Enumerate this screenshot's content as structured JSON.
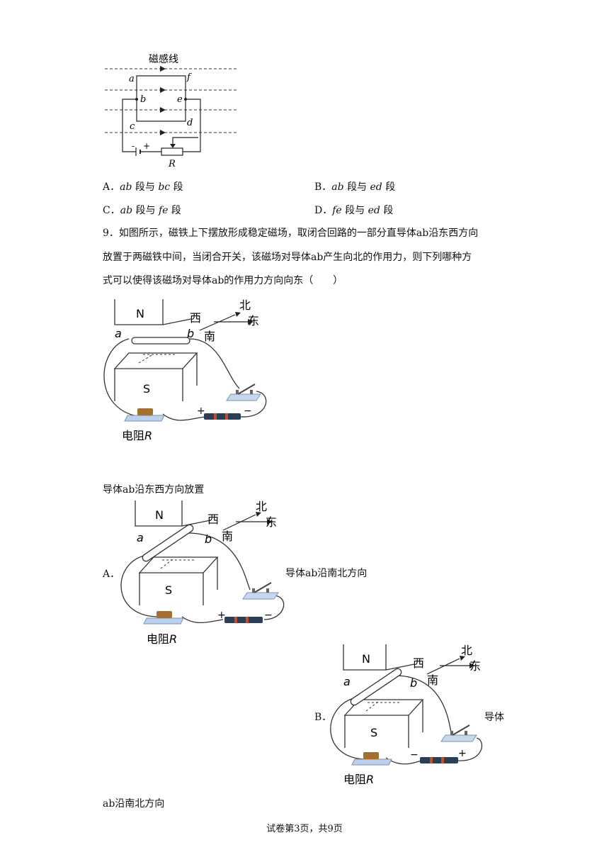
{
  "fig1": {
    "label_title": "磁感线",
    "label_a": "a",
    "label_f": "f",
    "label_b": "b",
    "label_e": "e",
    "label_c": "c",
    "label_d": "d",
    "label_minus": "-",
    "label_plus": "+",
    "label_R": "R"
  },
  "q8": {
    "options": [
      {
        "letter": "A．",
        "p1": "ab",
        "m1": "段与",
        "p2": "bc",
        "m2": "段"
      },
      {
        "letter": "B．",
        "p1": "ab",
        "m1": "段与",
        "p2": "ed",
        "m2": "段"
      },
      {
        "letter": "C．",
        "p1": "ab",
        "m1": "段与",
        "p2": "fe",
        "m2": "段"
      },
      {
        "letter": "D．",
        "p1": "fe",
        "m1": "段与",
        "p2": "ed",
        "m2": "段"
      }
    ]
  },
  "q9": {
    "line1": "9．如图所示，磁铁上下摆放形成稳定磁场，取闭合回路的一部分直导体ab沿东西方向",
    "line2": "放置于两磁铁中间，当闭合开关，该磁场对导体ab产生向北的作用力，则下列哪种方",
    "line3": "式可以使得该磁场对导体ab的作用力方向向东（　　）"
  },
  "fig": {
    "N": "N",
    "S": "S",
    "a": "a",
    "b": "b",
    "west": "西",
    "north": "北",
    "south": "南",
    "east": "东",
    "plus": "+",
    "minus": "−",
    "resistor": "电阻",
    "R": "R"
  },
  "caption_main": "导体ab沿东西方向放置",
  "optA": {
    "letter": "A．",
    "caption": "导体ab沿南北方向"
  },
  "optB": {
    "letter": "B．",
    "caption_part1": "导体",
    "caption_part2": "ab沿南北方向"
  },
  "footer": "试卷第3页，共9页"
}
